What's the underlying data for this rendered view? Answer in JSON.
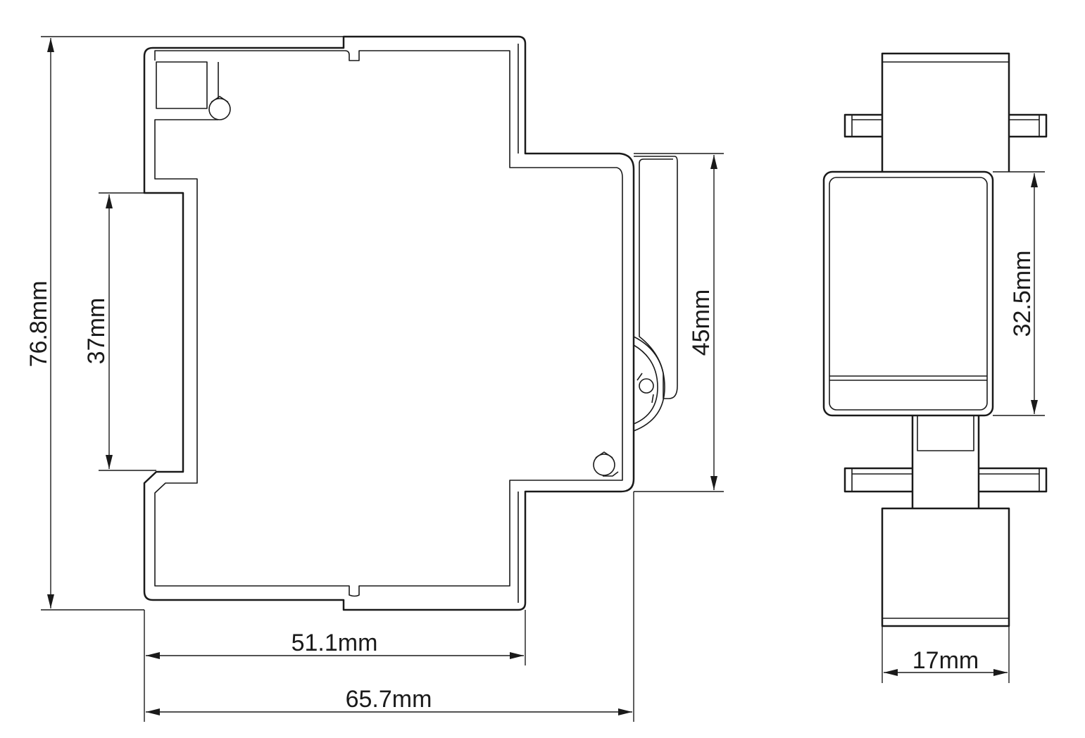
{
  "colors": {
    "line": "#1a1a1a",
    "background": "#ffffff"
  },
  "dimensions": {
    "overall_height": "76.8mm",
    "rail_slot_height": "37mm",
    "front_height": "45mm",
    "body_depth": "51.1mm",
    "overall_depth": "65.7mm",
    "front_view_height": "32.5mm",
    "module_width": "17mm"
  }
}
